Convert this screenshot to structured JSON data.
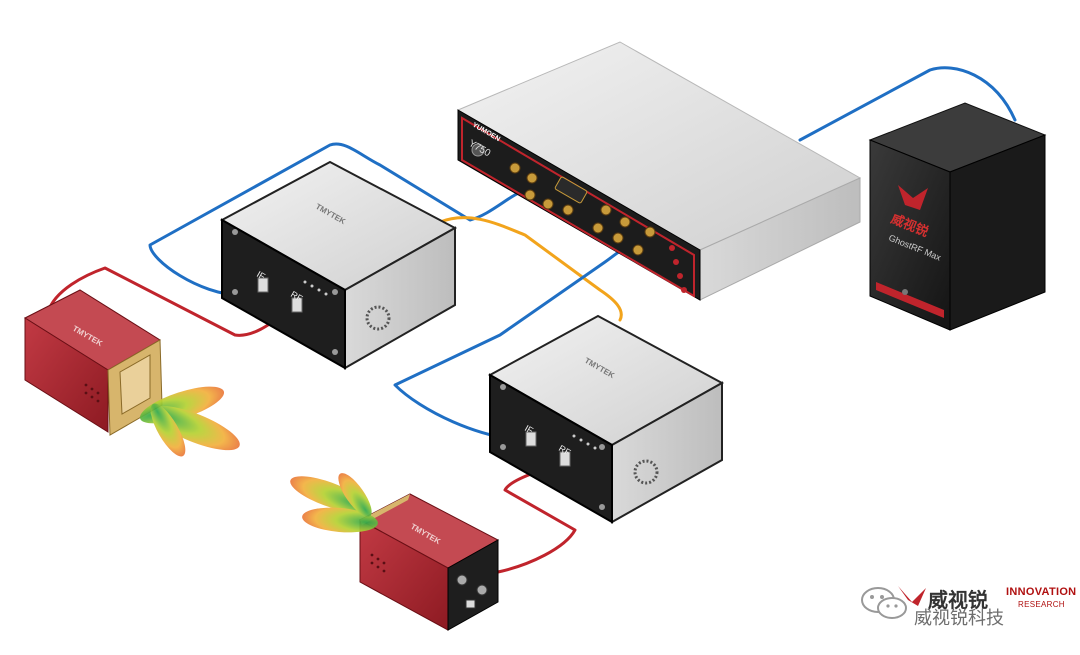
{
  "analyzer": {
    "model": "Y750",
    "brand": "YUMOEN"
  },
  "converters": [
    {
      "brand": "TMYTEK",
      "port_if": "IF",
      "port_rf": "RF"
    },
    {
      "brand": "TMYTEK",
      "port_if": "IF",
      "port_rf": "RF"
    }
  ],
  "antennas": [
    {
      "brand": "TMYTEK"
    },
    {
      "brand": "TMYTEK"
    }
  ],
  "server": {
    "brand": "威视锐",
    "product": "GhostRF Max"
  },
  "watermark": {
    "brand_cn": "威视锐",
    "account_cn": "威视锐科技",
    "line1": "INNOVATION",
    "line2": "RESEARCH"
  },
  "colors": {
    "cable_blue": "#1f6fc4",
    "cable_red": "#c0242c",
    "cable_orange": "#f2a41c",
    "antenna_red": "#a5222c",
    "brand_red": "#b01010"
  }
}
